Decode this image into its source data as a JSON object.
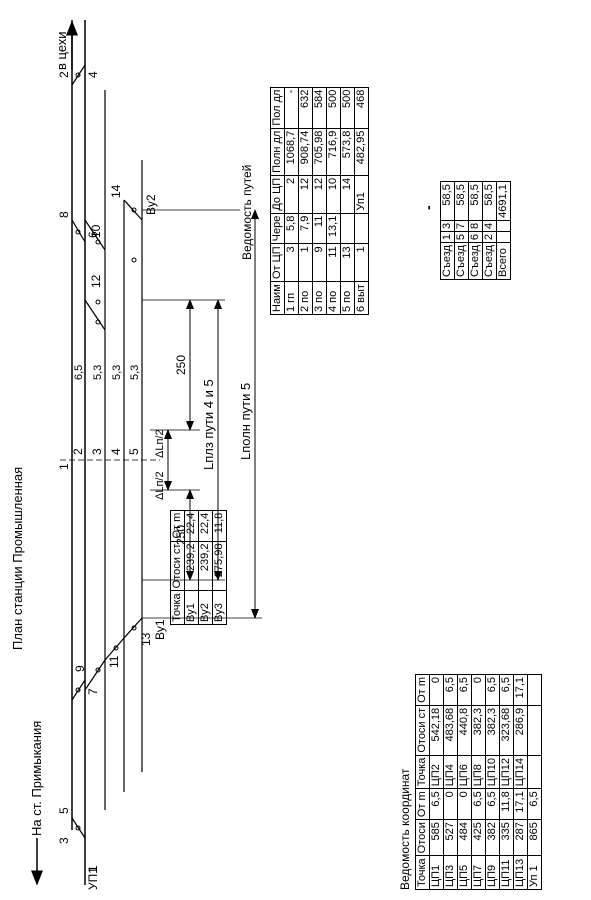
{
  "title": "План станции Промышленная",
  "directions": {
    "left": "На ст. Примыкания",
    "right": "в цехи"
  },
  "diagram": {
    "track_numbers": {
      "t1": "1",
      "t2": "2",
      "t3": "3",
      "t4": "4",
      "t5": "5"
    },
    "switch_labels": {
      "s1": "1",
      "s2": "2",
      "s3": "3",
      "s4": "4",
      "s5": "5",
      "s6": "6",
      "s7": "7",
      "s8": "8",
      "s9": "9",
      "s10": "10",
      "s11": "11",
      "s12": "12",
      "s13": "13",
      "s14": "14"
    },
    "spacing_labels": {
      "d_top": "6,5",
      "d_3_4": "5,3",
      "d_4_5": "5,3",
      "d_5_low": "5,3"
    },
    "points": {
      "up1": "УП1",
      "vu1": "Ву1",
      "vu2": "Ву2"
    },
    "dims": {
      "left_250": "250",
      "right_250": "250",
      "half_a": "ΔLп/2",
      "half_b": "ΔLп/2",
      "lpol5": "Lполн пути 5",
      "lplz45": "Lплз пути 4 и 5"
    }
  },
  "coord_table": {
    "title": "Ведомость координат",
    "headers": [
      "Точка",
      "Отоси",
      "От m",
      "Точка",
      "Отоси ст",
      "От m"
    ],
    "rows": [
      [
        "ЦП1",
        "585",
        "6,5",
        "ЦП2",
        "542,18",
        "0"
      ],
      [
        "ЦП3",
        "527",
        "0",
        "ЦП4",
        "483,68",
        "6,5"
      ],
      [
        "ЦП5",
        "484",
        "0",
        "ЦП6",
        "440,8",
        "6,5"
      ],
      [
        "ЦП7",
        "425",
        "6,5",
        "ЦП8",
        "382,3",
        "0"
      ],
      [
        "ЦП9",
        "382",
        "6,5",
        "ЦП10",
        "382,3",
        "6,5"
      ],
      [
        "ЦП11",
        "335",
        "11,8",
        "ЦП12",
        "323,68",
        "6,5"
      ],
      [
        "ЦП13",
        "287",
        "17,1",
        "ЦП14",
        "286,9",
        "17,1"
      ],
      [
        "Уп 1",
        "865",
        "6,5",
        "",
        "",
        ""
      ]
    ]
  },
  "vu_table": {
    "headers": [
      "Точка",
      "Отоси ст",
      "От m"
    ],
    "rows": [
      [
        "Ву1",
        "239,2",
        "22,4"
      ],
      [
        "Ву2",
        "239,2",
        "22,4"
      ],
      [
        "Ву3",
        "275,98",
        "11,8"
      ]
    ]
  },
  "tracks_table": {
    "title": "Ведомость путей",
    "headers": [
      "Наим",
      "От ЦП",
      "Чере",
      "До ЦП",
      "Полн дл",
      "Пол дл"
    ],
    "rows": [
      [
        "1 гп",
        "3",
        "5,8",
        "2",
        "1068,7",
        "-"
      ],
      [
        "2 по",
        "1",
        "7,9",
        "12",
        "908,74",
        "632"
      ],
      [
        "3 по",
        "9",
        "11",
        "12",
        "705,98",
        "584"
      ],
      [
        "4 по",
        "11",
        "13,1",
        "10",
        "716,9",
        "500"
      ],
      [
        "5 по",
        "13",
        "",
        "14",
        "573,8",
        "500"
      ],
      [
        "6 выт",
        "1",
        "",
        "Уп1",
        "482,95",
        "468"
      ]
    ]
  },
  "separator": "-",
  "crossings_table": {
    "rows": [
      [
        "Съезд",
        "1",
        "3",
        "58,5"
      ],
      [
        "Съезд",
        "5",
        "7",
        "58,5"
      ],
      [
        "Съезд",
        "6",
        "8",
        "58,5"
      ],
      [
        "Съезд",
        "2",
        "4",
        "58,5"
      ],
      [
        "Всего",
        "",
        "",
        "4691,1"
      ]
    ]
  }
}
